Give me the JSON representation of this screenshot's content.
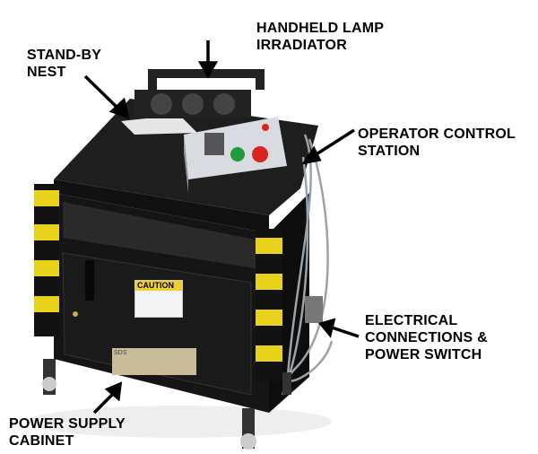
{
  "labels": {
    "lamp": [
      "HANDHELD LAMP",
      "IRRADIATOR"
    ],
    "nest": [
      "STAND-BY",
      "NEST"
    ],
    "control": [
      "OPERATOR CONTROL",
      "STATION"
    ],
    "electrical": [
      "ELECTRICAL",
      "CONNECTIONS &",
      "POWER SWITCH"
    ],
    "cabinet": [
      "POWER SUPPLY",
      "CABINET"
    ]
  },
  "caution_sign": "CAUTION",
  "nameplate": "SDS",
  "colors": {
    "cart": "#141414",
    "hazard_yellow": "#e8d21c",
    "button_green": "#1f9a3c",
    "button_red": "#d8231e"
  }
}
